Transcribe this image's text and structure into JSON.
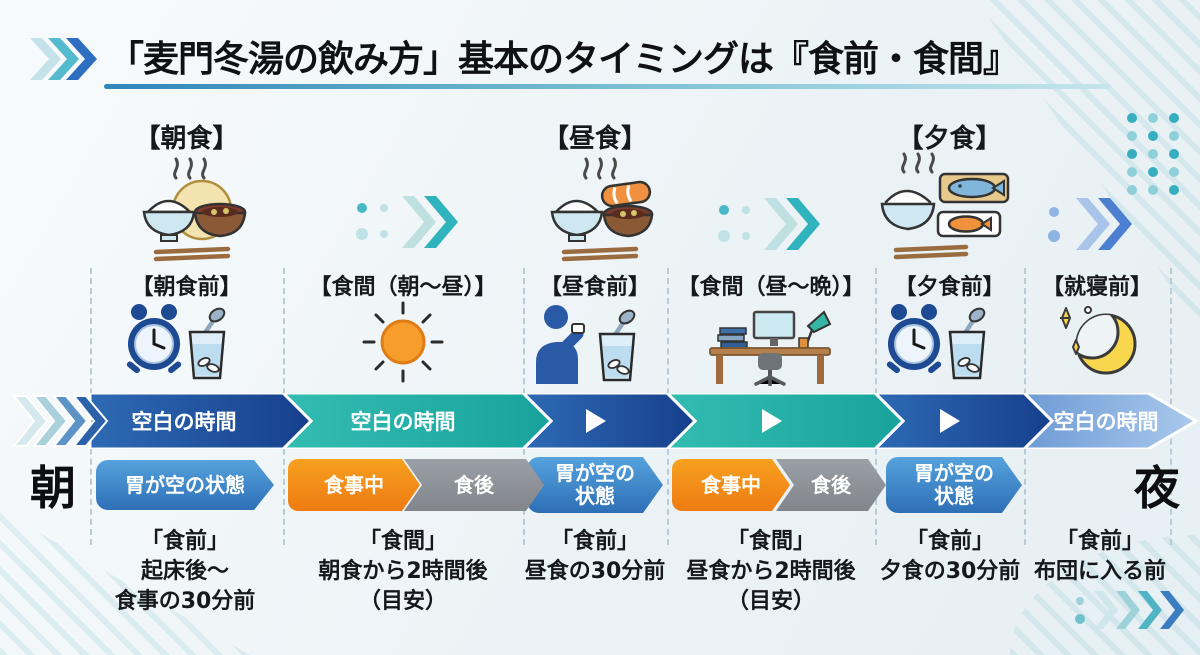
{
  "header": {
    "title": "「麦門冬湯の飲み方」基本のタイミングは『食前・食間』"
  },
  "edges": {
    "morning": "朝",
    "night": "夜"
  },
  "meals": [
    {
      "label": "【朝食】",
      "icon": "breakfast-icon"
    },
    {
      "label": "【昼食】",
      "icon": "lunch-icon"
    },
    {
      "label": "【夕食】",
      "icon": "dinner-icon"
    }
  ],
  "columns": [
    {
      "heading": "【朝食前】",
      "icon": "alarm-clock-and-medicine-glass",
      "arrow": {
        "style": "navy",
        "label": "空白の時間"
      },
      "badges": [
        {
          "style": "empty-stomach",
          "line1": "胃が空の状態"
        }
      ],
      "caption": [
        "「食前」",
        "起床後〜",
        "食事の30分前"
      ]
    },
    {
      "heading": "【食間（朝〜昼）】",
      "icon": "sun",
      "arrow": {
        "style": "teal",
        "label": "空白の時間"
      },
      "badges": [
        {
          "style": "eating",
          "line1": "食事中"
        },
        {
          "style": "after-meal",
          "line1": "食後"
        }
      ],
      "caption": [
        "「食間」",
        "朝食から2時間後",
        "（目安）"
      ]
    },
    {
      "heading": "【昼食前】",
      "icon": "person-taking-medicine",
      "arrow": {
        "style": "navy",
        "play": true
      },
      "badges": [
        {
          "style": "empty-stomach",
          "line1": "胃が空の",
          "line2": "状態"
        }
      ],
      "caption": [
        "「食前」",
        "昼食の30分前"
      ]
    },
    {
      "heading": "【食間（昼〜晩）】",
      "icon": "desk",
      "arrow": {
        "style": "teal",
        "play": true
      },
      "badges": [
        {
          "style": "eating",
          "line1": "食事中"
        },
        {
          "style": "after-meal",
          "line1": "食後"
        }
      ],
      "caption": [
        "「食間」",
        "昼食から2時間後",
        "（目安）"
      ]
    },
    {
      "heading": "【夕食前】",
      "icon": "alarm-clock-and-medicine-glass",
      "arrow": {
        "style": "navy",
        "play": true
      },
      "badges": [
        {
          "style": "empty-stomach",
          "line1": "胃が空の",
          "line2": "状態"
        }
      ],
      "caption": [
        "「食前」",
        "夕食の30分前"
      ]
    },
    {
      "heading": "【就寝前】",
      "icon": "crescent-moon",
      "arrow": {
        "style": "light-blue",
        "label": "空白の時間"
      },
      "badges": [],
      "caption": [
        "「食前」",
        "布団に入る前"
      ]
    }
  ],
  "colors": {
    "navy_arrow": "#1b4a96",
    "teal_arrow": "#23b0a7",
    "light_arrow": "#7fa8dc",
    "empty_stomach_badge": "#3b82c6",
    "eating_badge": "#f08c18",
    "after_badge": "#8d9197",
    "accent_teal": "#35b2c2",
    "accent_blue": "#2f6fc1"
  }
}
